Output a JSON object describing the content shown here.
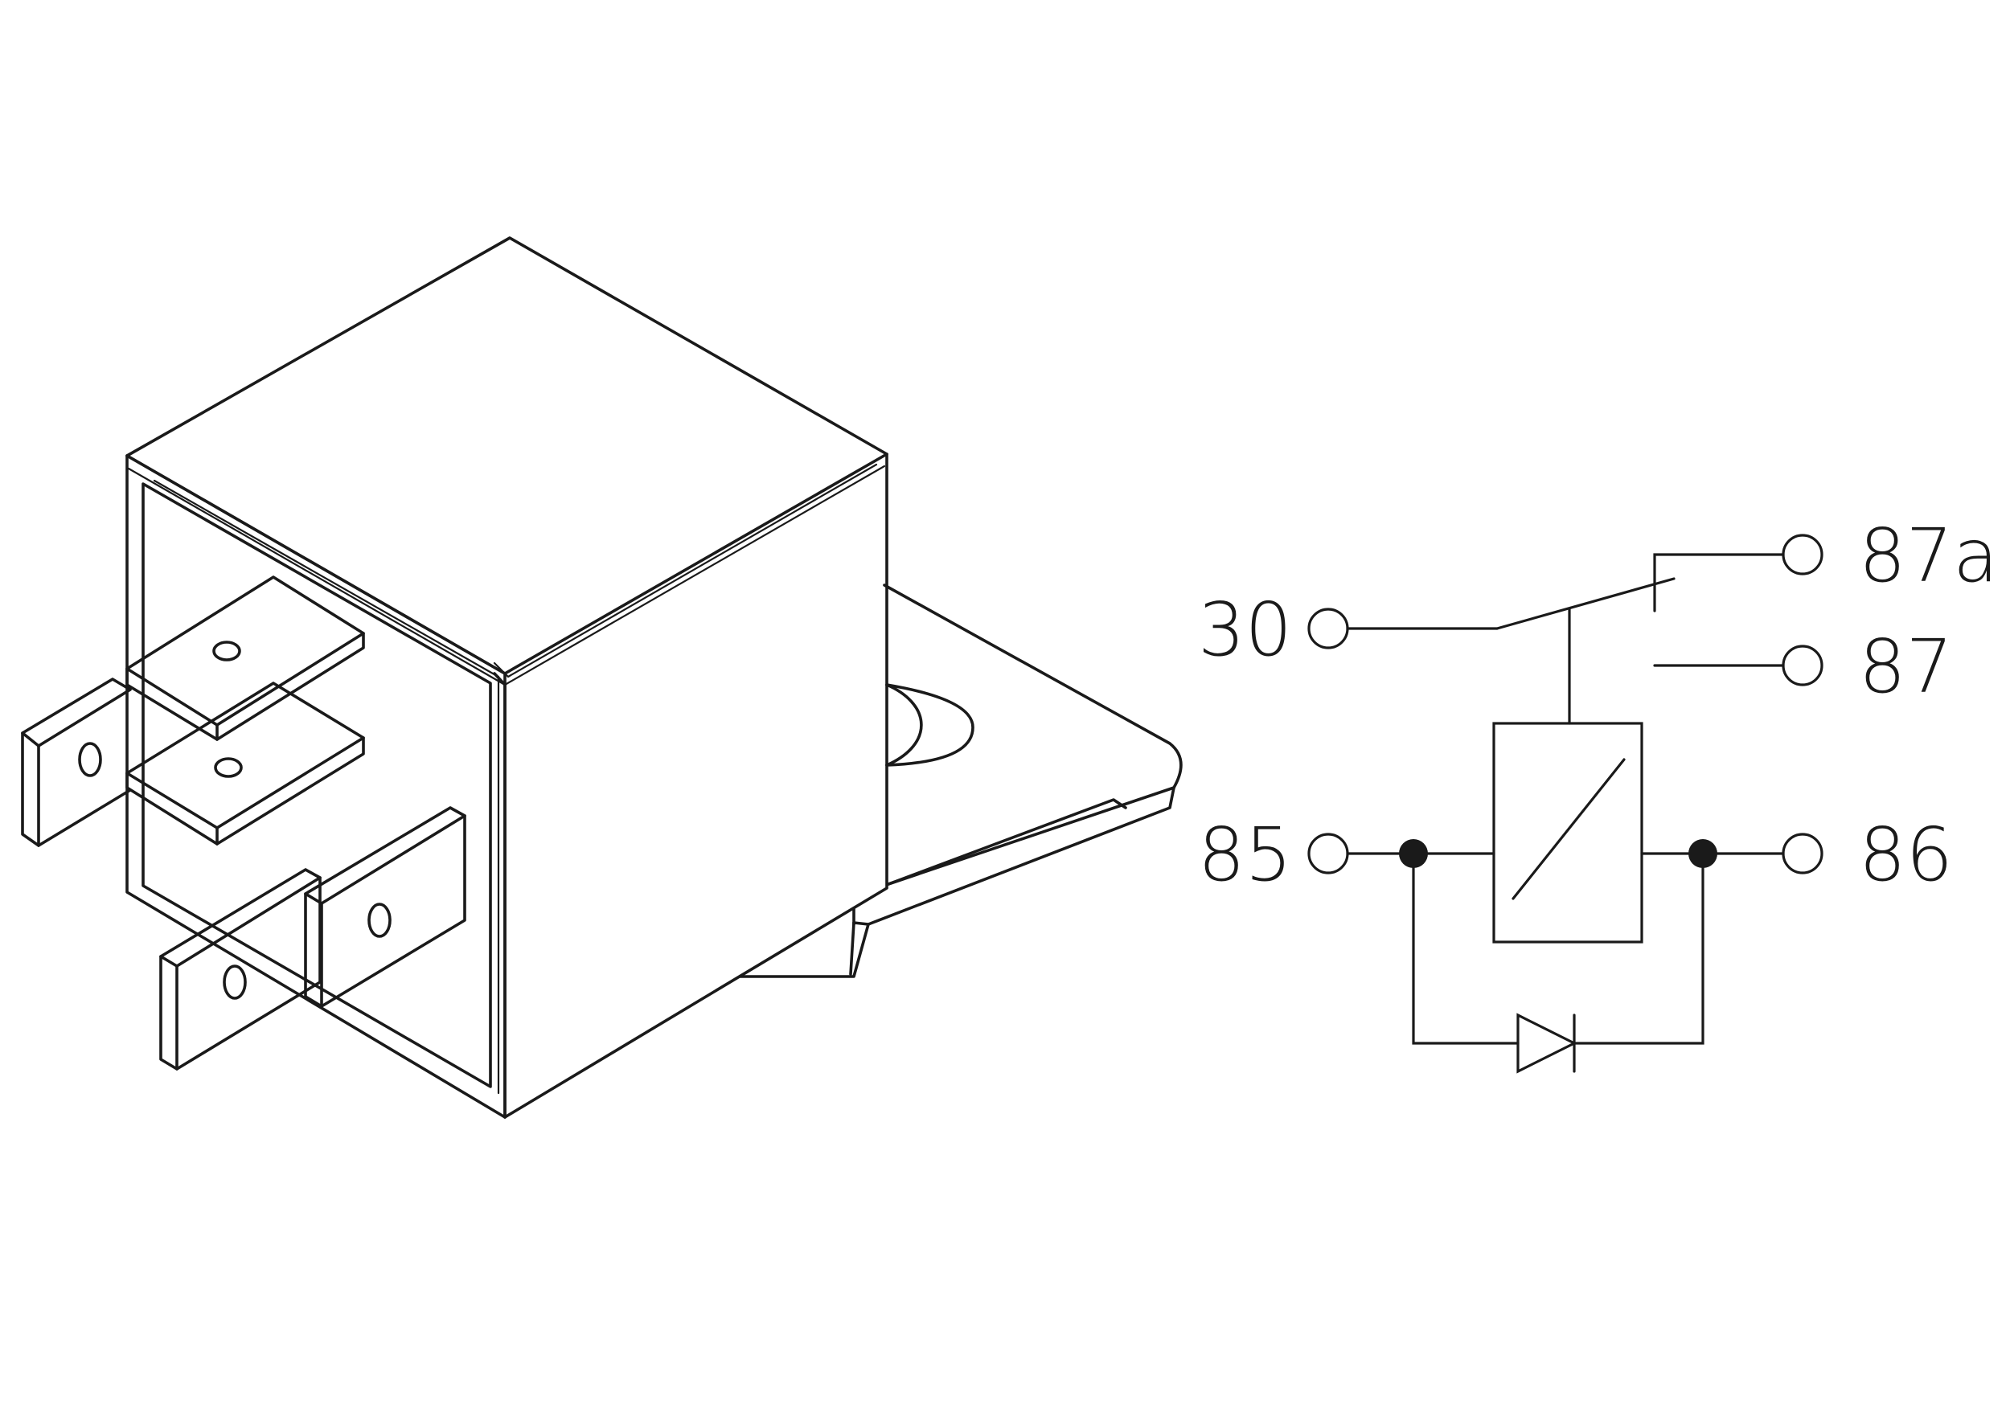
{
  "colors": {
    "line": "#1a1a1a",
    "background": "#ffffff"
  },
  "schematic": {
    "terminals": {
      "t30": "30",
      "t87a": "87a",
      "t87": "87",
      "t85": "85",
      "t86": "86"
    }
  }
}
